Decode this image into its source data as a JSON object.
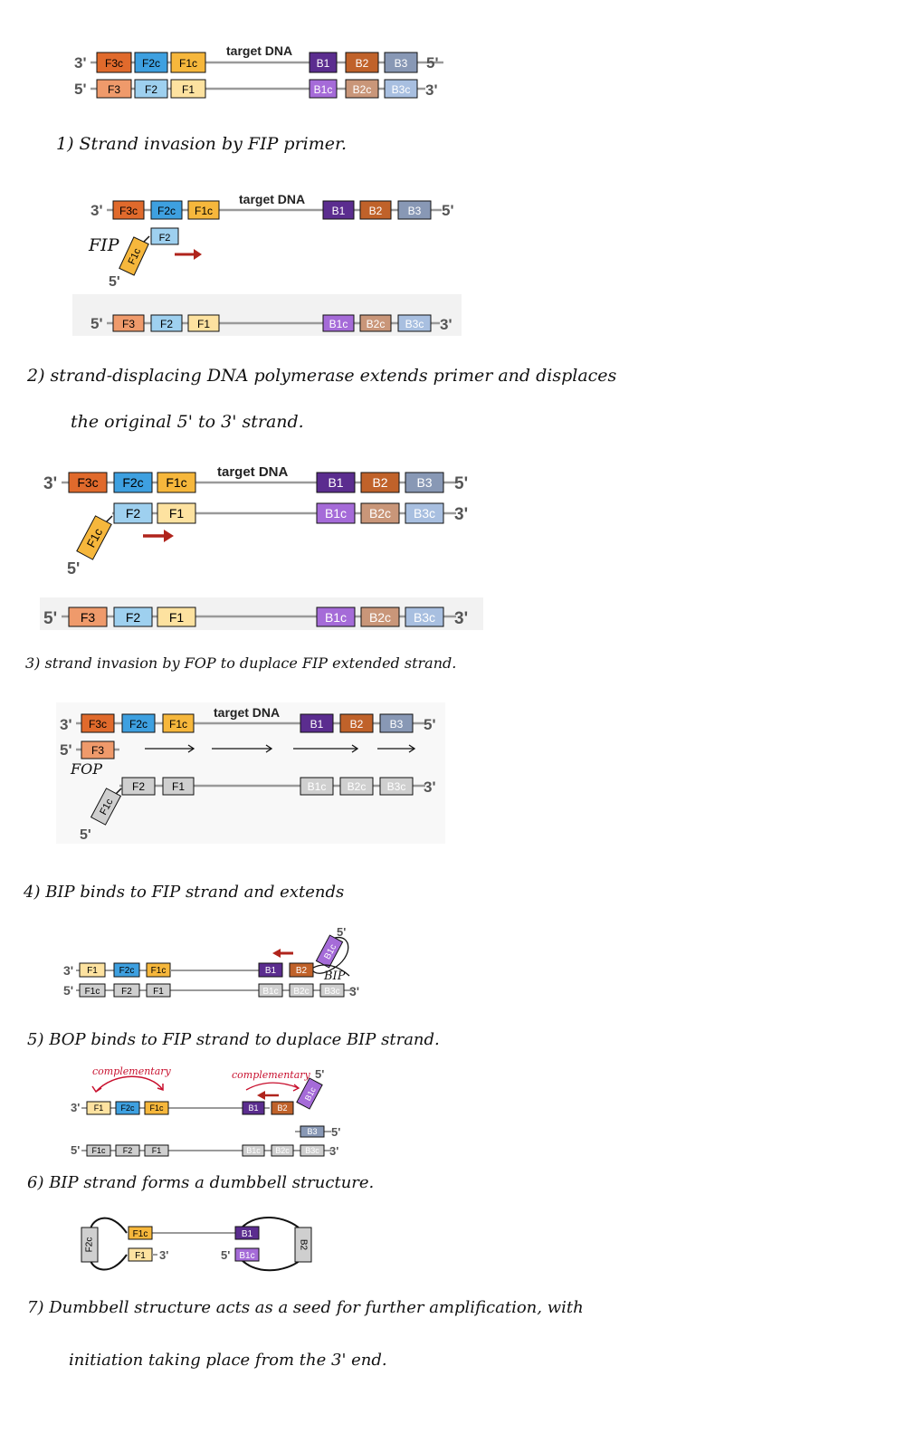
{
  "colors": {
    "F3": "#ef9a6b",
    "F3c": "#e06a2c",
    "F2": "#9ed0ef",
    "F2c": "#3ea0e0",
    "F1": "#fde2a0",
    "F1c": "#f6b73c",
    "B1": "#5b2d8f",
    "B1c": "#a56bd8",
    "B2": "#c0622a",
    "B2c": "#c99679",
    "B3": "#8898b5",
    "B3c": "#a8bfe0",
    "grey": "#cfcfcf",
    "arrow": "#b0241c",
    "line": "#9a9a9a"
  },
  "common": {
    "p3": "3'",
    "p5": "5'",
    "target": "target DNA",
    "F3": "F3",
    "F3c": "F3c",
    "F2": "F2",
    "F2c": "F2c",
    "F1": "F1",
    "F1c": "F1c",
    "B1": "B1",
    "B1c": "B1c",
    "B2": "B2",
    "B2c": "B2c",
    "B3": "B3",
    "B3c": "B3c"
  },
  "steps": [
    {
      "text": "1) Strand invasion by FIP primer."
    },
    {
      "text": "2) strand-displacing DNA polymerase extends primer and displaces"
    },
    {
      "text": "the original 5' to 3' strand."
    },
    {
      "text": "3) strand invasion by FOP to duplace FIP extended strand."
    },
    {
      "text": "4) BIP binds to FIP strand and extends"
    },
    {
      "text": "5) BOP binds to FIP strand to duplace BIP strand."
    },
    {
      "text": "6) BIP strand forms a dumbbell structure."
    },
    {
      "text": "7) Dumbbell structure acts as a seed for further amplification, with"
    },
    {
      "text": "initiation taking place from the 3' end."
    }
  ],
  "annotations": {
    "fip": "FIP",
    "fop": "FOP",
    "bip": "BIP",
    "complementary": "complementary"
  }
}
